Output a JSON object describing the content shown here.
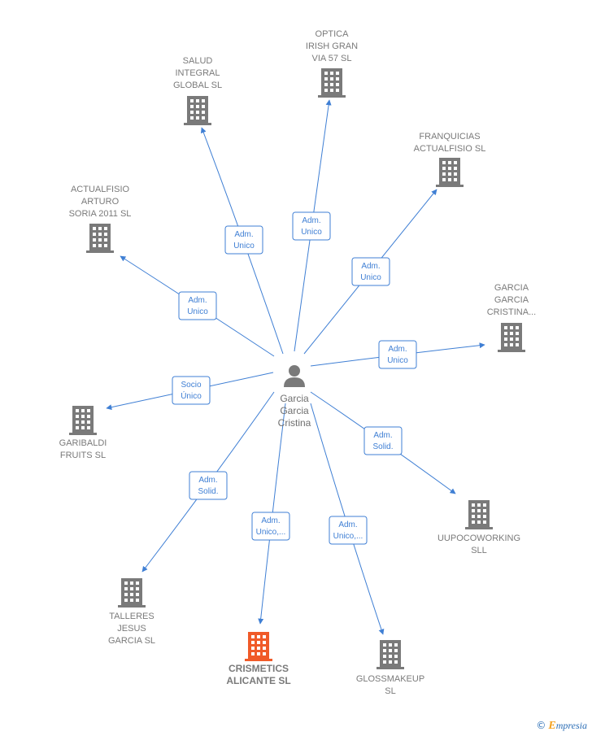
{
  "colors": {
    "edge": "#3f7fd4",
    "building": "#7a7a7a",
    "building_highlight": "#f05a28",
    "person": "#7a7a7a"
  },
  "center": {
    "label_lines": [
      "Garcia",
      "Garcia",
      "Cristina"
    ],
    "icon": "person-icon"
  },
  "nodes": [
    {
      "id": "salud",
      "lines": [
        "SALUD",
        "INTEGRAL",
        "GLOBAL SL"
      ],
      "edge": [
        "Adm.",
        "Unico"
      ],
      "highlight": false
    },
    {
      "id": "optica",
      "lines": [
        "OPTICA",
        "IRISH GRAN",
        "VIA 57 SL"
      ],
      "edge": [
        "Adm.",
        "Unico"
      ],
      "highlight": false
    },
    {
      "id": "franquicias",
      "lines": [
        "FRANQUICIAS",
        "ACTUALFISIO SL"
      ],
      "edge": [
        "Adm.",
        "Unico"
      ],
      "highlight": false
    },
    {
      "id": "actualfisio",
      "lines": [
        "ACTUALFISIO",
        "ARTURO",
        "SORIA 2011 SL"
      ],
      "edge": [
        "Adm.",
        "Unico"
      ],
      "highlight": false
    },
    {
      "id": "garcia",
      "lines": [
        "GARCIA",
        "GARCIA",
        "CRISTINA..."
      ],
      "edge": [
        "Adm.",
        "Unico"
      ],
      "highlight": false
    },
    {
      "id": "garibaldi",
      "lines": [
        "GARIBALDI",
        "FRUITS  SL"
      ],
      "edge": [
        "Socio",
        "Único"
      ],
      "highlight": false
    },
    {
      "id": "uupo",
      "lines": [
        "UUPOCOWORKING",
        "SLL"
      ],
      "edge": [
        "Adm.",
        "Solid."
      ],
      "highlight": false
    },
    {
      "id": "talleres",
      "lines": [
        "TALLERES",
        "JESUS",
        "GARCIA SL"
      ],
      "edge": [
        "Adm.",
        "Solid."
      ],
      "highlight": false
    },
    {
      "id": "crismetics",
      "lines": [
        "CRISMETICS",
        "ALICANTE  SL"
      ],
      "edge": [
        "Adm.",
        "Unico,..."
      ],
      "highlight": true
    },
    {
      "id": "glossmakeup",
      "lines": [
        "GLOSSMAKEUP",
        "SL"
      ],
      "edge": [
        "Adm.",
        "Unico,..."
      ],
      "highlight": false
    }
  ],
  "brand": {
    "copyright": "©",
    "initial": "E",
    "rest": "mpresia"
  }
}
